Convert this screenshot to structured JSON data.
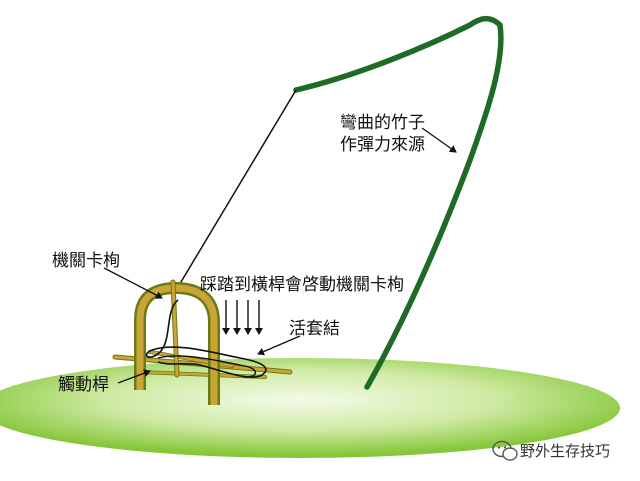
{
  "labels": {
    "bent_bamboo_line1": "彎曲的竹子",
    "bent_bamboo_line2": "作彈力來源",
    "trigger_catch": "機關卡栒",
    "step_crossbar": "踩踏到橫桿會啓動機關卡栒",
    "slip_knot": "活套結",
    "trigger_rod": "觸動桿"
  },
  "watermark": {
    "text": "野外生存技巧",
    "icon": "wechat-icon"
  },
  "colors": {
    "bamboo_green": "#1f6a24",
    "bamboo_wood": "#c9a535",
    "bamboo_shadow": "#6b7a18",
    "ground_light": "#eef8dd",
    "ground_dark": "#8dcc3c",
    "line": "#111111"
  }
}
